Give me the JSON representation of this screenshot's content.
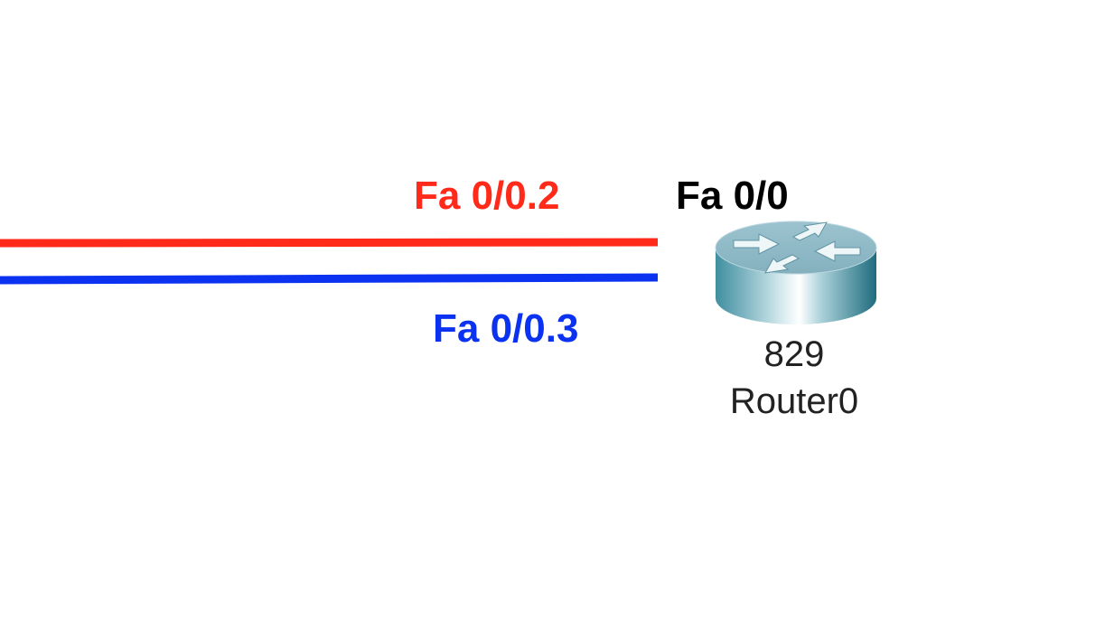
{
  "colors": {
    "vlan2": "#ff2a1a",
    "vlan3": "#0a32f0",
    "physical": "#000000",
    "router_top": "#8fb9c7",
    "router_side_dark": "#2e7e8e",
    "router_side_light": "#eaf4f6"
  },
  "links": [
    {
      "name": "subinterface-fa-0-0-2",
      "label": "Fa 0/0.2",
      "color_key": "vlan2"
    },
    {
      "name": "subinterface-fa-0-0-3",
      "label": "Fa 0/0.3",
      "color_key": "vlan3"
    }
  ],
  "router": {
    "interface_label": "Fa 0/0",
    "model": "829",
    "name": "Router0",
    "icon": "router-icon"
  }
}
